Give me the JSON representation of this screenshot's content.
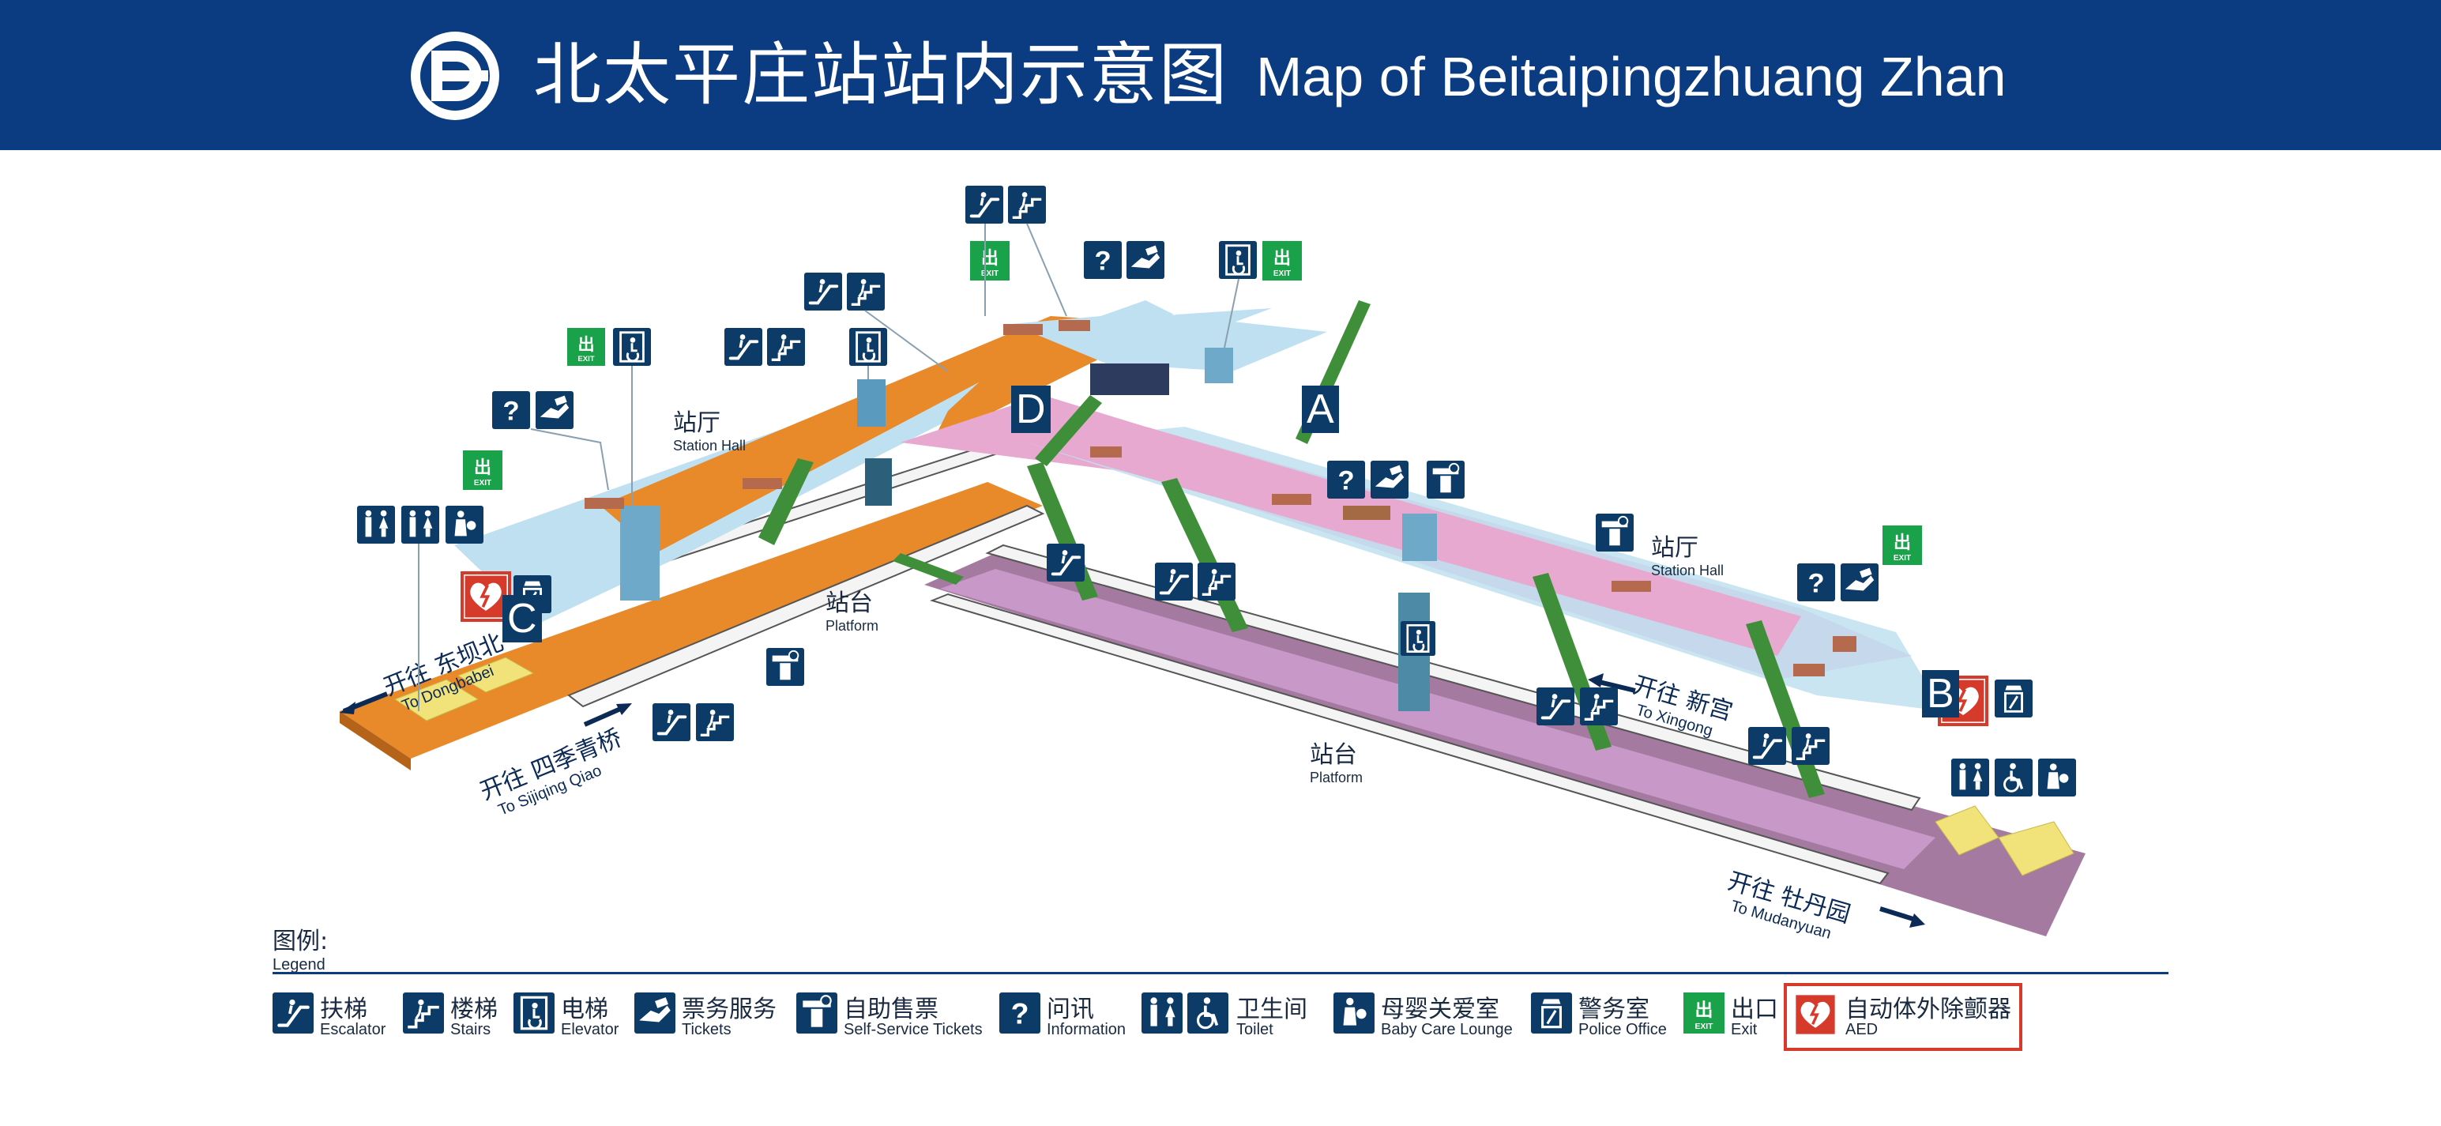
{
  "header": {
    "title_zh": "北太平庄站站内示意图",
    "title_en": "Map of Beitaipingzhuang Zhan",
    "logo_icon": "beijing-subway-logo-icon",
    "background": "#0b3b80"
  },
  "map": {
    "hall_left": {
      "zh": "站厅",
      "en": "Station Hall"
    },
    "platform_left": {
      "zh": "站台",
      "en": "Platform"
    },
    "hall_right": {
      "zh": "站厅",
      "en": "Station Hall"
    },
    "platform_right": {
      "zh": "站台",
      "en": "Platform"
    },
    "exits": [
      "D",
      "A",
      "C",
      "B"
    ],
    "exit_badge_zh": "出",
    "exit_badge_en": "EXIT",
    "question_mark": "?",
    "directions": [
      {
        "zh": "开往 东坝北",
        "en": "To Dongbabei"
      },
      {
        "zh": "开往 四季青桥",
        "en": "To Sijiqing Qiao"
      },
      {
        "zh": "开往 新宫",
        "en": "To Xingong"
      },
      {
        "zh": "开往 牡丹园",
        "en": "To Mudanyuan"
      }
    ],
    "colors": {
      "line12_orange": "#e8892a",
      "line19_pink": "#e7a9cf",
      "hall_blue": "#bfe0f0",
      "stair_green": "#3f8f3a",
      "icon_navy": "#0b3b66",
      "exit_green": "#1aa24a",
      "aed_red": "#d63a2a",
      "train_yellow": "#f2e27a"
    }
  },
  "legend": {
    "title_zh": "图例:",
    "title_en": "Legend",
    "items": [
      {
        "zh": "扶梯",
        "en": "Escalator",
        "icon": "escalator-icon"
      },
      {
        "zh": "楼梯",
        "en": "Stairs",
        "icon": "stairs-icon"
      },
      {
        "zh": "电梯",
        "en": "Elevator",
        "icon": "elevator-icon"
      },
      {
        "zh": "票务服务",
        "en": "Tickets",
        "icon": "ticket-service-icon"
      },
      {
        "zh": "自助售票",
        "en": "Self-Service Tickets",
        "icon": "self-service-ticket-icon"
      },
      {
        "zh": "问讯",
        "en": "Information",
        "icon": "information-icon"
      },
      {
        "zh": "卫生间",
        "en": "Toilet",
        "icon": "toilet-icon"
      },
      {
        "zh": "母婴关爱室",
        "en": "Baby Care Lounge",
        "icon": "baby-care-icon"
      },
      {
        "zh": "警务室",
        "en": "Police Office",
        "icon": "police-office-icon"
      },
      {
        "zh": "出口",
        "en": "Exit",
        "icon": "exit-icon"
      },
      {
        "zh": "自动体外除颤器",
        "en": "AED",
        "icon": "aed-icon"
      }
    ]
  }
}
